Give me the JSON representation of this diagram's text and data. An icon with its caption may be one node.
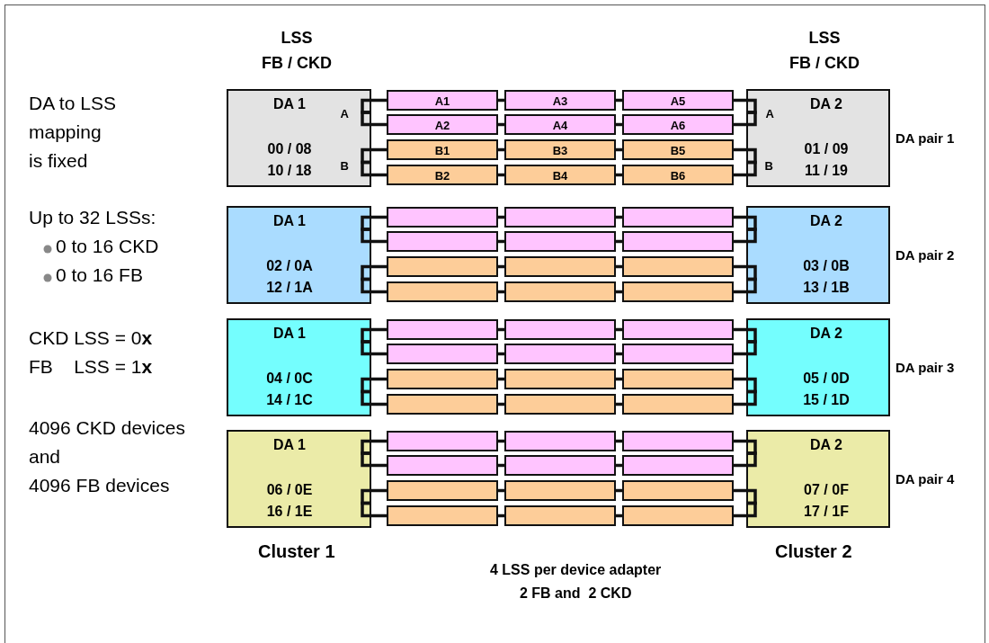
{
  "diagram": {
    "nodes": [
      {
        "text": [
          "DA 1",
          "00 / 08 10 / 18"
        ]
      },
      {
        "text": [
          "A1"
        ]
      },
      {
        "text": [
          "A3"
        ]
      },
      {
        "text": [
          "A5"
        ]
      },
      {
        "text": [
          "A2"
        ]
      },
      {
        "text": [
          "A4"
        ]
      },
      {
        "text": [
          "A6"
        ]
      },
      {
        "text": [
          "B1"
        ]
      },
      {
        "text": [
          "B3"
        ]
      },
      {
        "text": [
          "B5"
        ]
      },
      {
        "text": [
          "B2"
        ]
      },
      {
        "text": [
          "B4"
        ]
      },
      {
        "text": [
          "B6"
        ]
      },
      {
        "text": [
          "DA 2",
          "01 / 09 11 / 19"
        ],
        "beside": [
          "DA pair 1"
        ]
      },
      {
        "text": [
          "DA 1",
          "02 / 0A 12 / 1A"
        ]
      },
      {
        "text": [],
        "shape": "bar"
      },
      {
        "text": [],
        "shape": "bar"
      },
      {
        "text": [],
        "shape": "bar"
      },
      {
        "text": [],
        "shape": "bar"
      },
      {
        "text": [],
        "shape": "bar"
      },
      {
        "text": [],
        "shape": "bar"
      },
      {
        "text": [],
        "shape": "bar"
      },
      {
        "text": [],
        "shape": "bar"
      },
      {
        "text": [],
        "shape": "bar"
      },
      {
        "text": [],
        "shape": "bar"
      },
      {
        "text": [],
        "shape": "bar"
      },
      {
        "text": [],
        "shape": "bar"
      },
      {
        "text": [
          "DA 2",
          "03 / 0B 13 / 1B"
        ],
        "beside": [
          "DA pair 2"
        ]
      },
      {
        "text": [
          "DA 1",
          "04 / 0C 14 / 1C"
        ]
      },
      {
        "text": [],
        "shape": "bar"
      },
      {
        "text": [],
        "shape": "bar"
      },
      {
        "text": [],
        "shape": "bar"
      },
      {
        "text": [],
        "shape": "bar"
      },
      {
        "text": [],
        "shape": "bar"
      },
      {
        "text": [],
        "shape": "bar"
      },
      {
        "text": [],
        "shape": "bar"
      },
      {
        "text": [],
        "shape": "bar"
      },
      {
        "text": [],
        "shape": "bar"
      },
      {
        "text": [],
        "shape": "bar"
      },
      {
        "text": [],
        "shape": "bar"
      },
      {
        "text": [],
        "shape": "bar"
      },
      {
        "text": [
          "DA 2",
          "05 / 0D 15 / 1D"
        ],
        "beside": [
          "DA pair 3"
        ]
      },
      {
        "text": [
          "DA 1",
          "06 / 0E 16 / 1E"
        ]
      },
      {
        "text": [],
        "shape": "bar"
      },
      {
        "text": [],
        "shape": "bar"
      },
      {
        "text": [],
        "shape": "bar"
      },
      {
        "text": [],
        "shape": "bar"
      },
      {
        "text": [],
        "shape": "bar"
      },
      {
        "text": [],
        "shape": "bar"
      },
      {
        "text": [],
        "shape": "bar"
      },
      {
        "text": [],
        "shape": "bar"
      },
      {
        "text": [],
        "shape": "bar"
      },
      {
        "text": [],
        "shape": "bar"
      },
      {
        "text": [],
        "shape": "bar"
      },
      {
        "text": [],
        "shape": "bar"
      },
      {
        "text": [
          "DA 2",
          "07 / 0F 17 / 1F"
        ],
        "beside": [
          "DA pair 4"
        ]
      }
    ],
    "edges": [
      {
        "from": 0,
        "to": 1,
        "arrow": "none"
      },
      {
        "from": 1,
        "to": 2,
        "arrow": "none"
      },
      {
        "from": 2,
        "to": 3,
        "arrow": "none"
      },
      {
        "from": 3,
        "to": 13,
        "arrow": "none"
      },
      {
        "from": 0,
        "to": 4,
        "arrow": "none"
      },
      {
        "from": 4,
        "to": 5,
        "arrow": "none"
      },
      {
        "from": 5,
        "to": 6,
        "arrow": "none"
      },
      {
        "from": 6,
        "to": 13,
        "arrow": "none"
      },
      {
        "from": 0,
        "to": 7,
        "arrow": "none"
      },
      {
        "from": 7,
        "to": 8,
        "arrow": "none"
      },
      {
        "from": 8,
        "to": 9,
        "arrow": "none"
      },
      {
        "from": 9,
        "to": 13,
        "arrow": "none"
      },
      {
        "from": 0,
        "to": 10,
        "arrow": "none"
      },
      {
        "from": 10,
        "to": 11,
        "arrow": "none"
      },
      {
        "from": 11,
        "to": 12,
        "arrow": "none"
      },
      {
        "from": 12,
        "to": 13,
        "arrow": "none"
      },
      {
        "from": 14,
        "to": 15,
        "arrow": "none"
      },
      {
        "from": 15,
        "to": 16,
        "arrow": "none"
      },
      {
        "from": 16,
        "to": 17,
        "arrow": "none"
      },
      {
        "from": 17,
        "to": 27,
        "arrow": "none"
      },
      {
        "from": 14,
        "to": 18,
        "arrow": "none"
      },
      {
        "from": 18,
        "to": 19,
        "arrow": "none"
      },
      {
        "from": 19,
        "to": 20,
        "arrow": "none"
      },
      {
        "from": 20,
        "to": 27,
        "arrow": "none"
      },
      {
        "from": 14,
        "to": 21,
        "arrow": "none"
      },
      {
        "from": 21,
        "to": 22,
        "arrow": "none"
      },
      {
        "from": 22,
        "to": 23,
        "arrow": "none"
      },
      {
        "from": 23,
        "to": 27,
        "arrow": "none"
      },
      {
        "from": 14,
        "to": 24,
        "arrow": "none"
      },
      {
        "from": 24,
        "to": 25,
        "arrow": "none"
      },
      {
        "from": 25,
        "to": 26,
        "arrow": "none"
      },
      {
        "from": 26,
        "to": 27,
        "arrow": "none"
      },
      {
        "from": 28,
        "to": 29,
        "arrow": "none"
      },
      {
        "from": 29,
        "to": 30,
        "arrow": "none"
      },
      {
        "from": 30,
        "to": 31,
        "arrow": "none"
      },
      {
        "from": 31,
        "to": 41,
        "arrow": "none"
      },
      {
        "from": 28,
        "to": 32,
        "arrow": "none"
      },
      {
        "from": 32,
        "to": 33,
        "arrow": "none"
      },
      {
        "from": 33,
        "to": 34,
        "arrow": "none"
      },
      {
        "from": 34,
        "to": 41,
        "arrow": "none"
      },
      {
        "from": 28,
        "to": 35,
        "arrow": "none"
      },
      {
        "from": 35,
        "to": 36,
        "arrow": "none"
      },
      {
        "from": 36,
        "to": 37,
        "arrow": "none"
      },
      {
        "from": 37,
        "to": 41,
        "arrow": "none"
      },
      {
        "from": 28,
        "to": 38,
        "arrow": "none"
      },
      {
        "from": 38,
        "to": 39,
        "arrow": "none"
      },
      {
        "from": 39,
        "to": 40,
        "arrow": "none"
      },
      {
        "from": 40,
        "to": 41,
        "arrow": "none"
      },
      {
        "from": 42,
        "to": 43,
        "arrow": "none"
      },
      {
        "from": 43,
        "to": 44,
        "arrow": "none"
      },
      {
        "from": 44,
        "to": 45,
        "arrow": "none"
      },
      {
        "from": 45,
        "to": 55,
        "arrow": "none"
      },
      {
        "from": 42,
        "to": 46,
        "arrow": "none"
      },
      {
        "from": 46,
        "to": 47,
        "arrow": "none"
      },
      {
        "from": 47,
        "to": 48,
        "arrow": "none"
      },
      {
        "from": 48,
        "to": 55,
        "arrow": "none"
      },
      {
        "from": 42,
        "to": 49,
        "arrow": "none"
      },
      {
        "from": 49,
        "to": 50,
        "arrow": "none"
      },
      {
        "from": 50,
        "to": 51,
        "arrow": "none"
      },
      {
        "from": 51,
        "to": 55,
        "arrow": "none"
      },
      {
        "from": 42,
        "to": 52,
        "arrow": "none"
      },
      {
        "from": 52,
        "to": 53,
        "arrow": "none"
      },
      {
        "from": 53,
        "to": 54,
        "arrow": "none"
      },
      {
        "from": 54,
        "to": 55,
        "arrow": "none"
      }
    ],
    "labels": [
      "LSS",
      "FB / CKD",
      "LSS",
      "FB / CKD",
      "DA to LSS",
      "mapping",
      "is fixed",
      "A",
      "B",
      "A",
      "B",
      "Up to 32 LSSs:",
      "0 to 16 CKD",
      "0 to 16 FB",
      "CKD LSS = 0**x**",
      "FB    LSS = 1**x**",
      "4096 CKD devices",
      "and",
      "4096 FB devices",
      "Cluster 1",
      "Cluster 2",
      "4 LSS per device adapter",
      "2 FB and  2 CKD"
    ]
  }
}
